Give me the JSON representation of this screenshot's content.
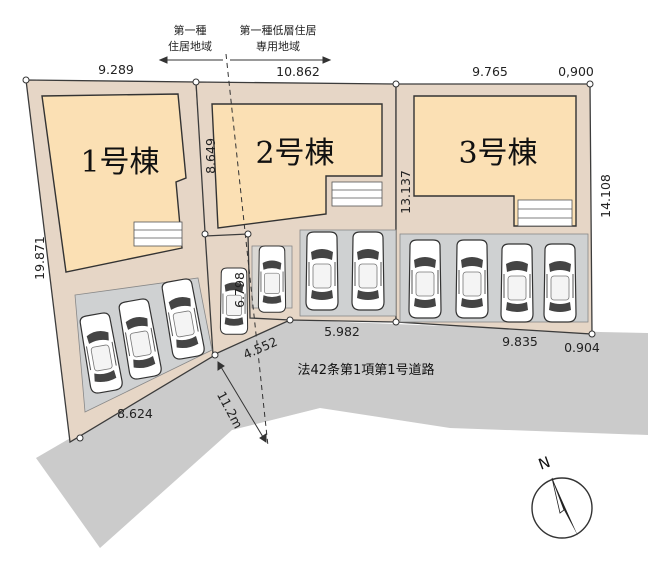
{
  "zones": {
    "left": [
      "第一種",
      "住居地域"
    ],
    "right": [
      "第一種低層住居",
      "専用地域"
    ]
  },
  "buildings": {
    "b1": "1号棟",
    "b2": "2号棟",
    "b3": "3号棟"
  },
  "road_label": "法42条第1項第1号道路",
  "road_width": "11.2m",
  "dimensions": {
    "top_lot1": "9.289",
    "top_lot2": "10.862",
    "top_lot3": "9.765",
    "top_corner": "0,900",
    "left_side": "19.871",
    "lot2_height": "8.649",
    "lot3_height": "13.137",
    "right_side": "14.108",
    "front_lot1": "8.624",
    "flag_pole_len": "6.798",
    "flag_pole_front": "4.552",
    "front_lot2": "5.982",
    "front_lot3": "9.835",
    "front_corner": "0.904"
  },
  "compass_label": "N",
  "colors": {
    "lot": "#e6d6c6",
    "building": "#fbe0b4",
    "parking": "#cfd1d2",
    "road": "#cbcbcb",
    "line": "#3c3c3c"
  }
}
